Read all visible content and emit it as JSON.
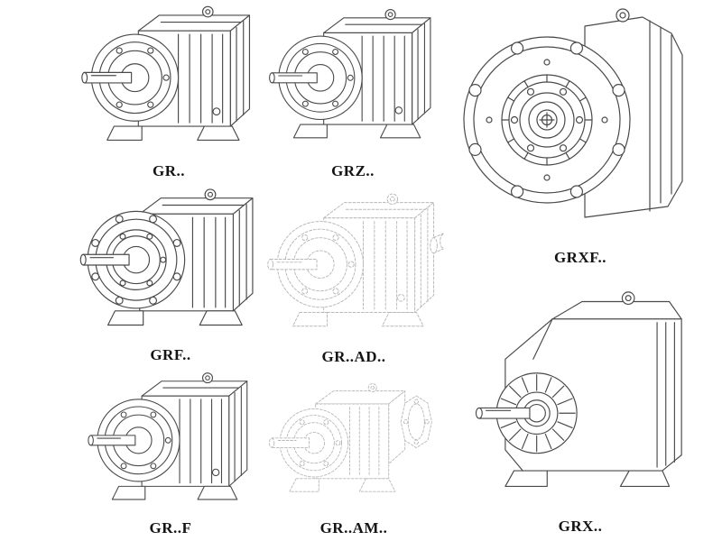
{
  "page": {
    "background": "#ffffff",
    "line_color": "#4a4a4a",
    "ghost_line_color": "#b8b8b8",
    "label_color": "#141414"
  },
  "figures": {
    "gr": {
      "label": "GR..",
      "style": "solid",
      "drawing": "foot-mounted-helical-gearbox"
    },
    "grz": {
      "label": "GRZ..",
      "style": "solid",
      "drawing": "foot-mounted-helical-gearbox"
    },
    "grxf": {
      "label": "GRXF..",
      "style": "solid",
      "drawing": "flange-mounted-gearbox-front-flange"
    },
    "grf": {
      "label": "GRF..",
      "style": "solid",
      "drawing": "flange-foot-gearbox"
    },
    "gr_ad": {
      "label": "GR..AD..",
      "style": "dashed",
      "drawing": "gearbox-with-input-shaft-adapter"
    },
    "gr_f": {
      "label": "GR..F",
      "style": "solid",
      "drawing": "foot-mounted-helical-gearbox"
    },
    "gr_am": {
      "label": "GR..AM..",
      "style": "dashed",
      "drawing": "gearbox-with-motor-adapter-flange"
    },
    "grx": {
      "label": "GRX..",
      "style": "solid",
      "drawing": "large-foot-mounted-gearbox"
    }
  }
}
